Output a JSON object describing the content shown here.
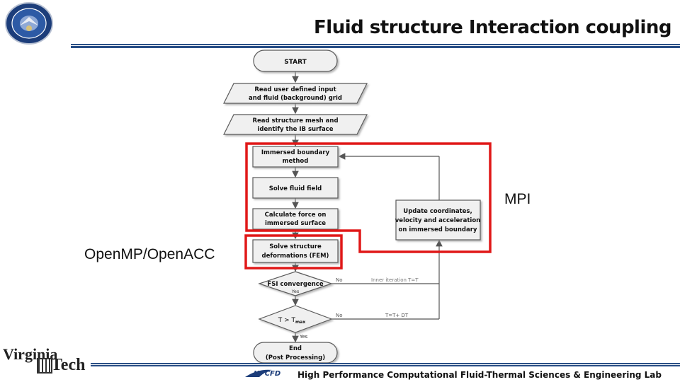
{
  "title": "Fluid structure Interaction coupling",
  "footer": "High Performance Computational Fluid-Thermal Sciences & Engineering Lab",
  "logos": {
    "virginia": "Virginia",
    "tech": "Tech",
    "hpcfd": "HPCFD"
  },
  "labels": {
    "mpi": "MPI",
    "openmp": "OpenMP/OpenACC"
  },
  "flowchart": {
    "start": "START",
    "read_input": [
      "Read user defined input",
      "and fluid (background) grid"
    ],
    "read_mesh": [
      "Read structure mesh and",
      "identify the IB surface"
    ],
    "ibm": [
      "Immersed boundary",
      "method"
    ],
    "solve_fluid": "Solve fluid field",
    "calc_force": [
      "Calculate force on",
      "immersed surface"
    ],
    "solve_structure": [
      "Solve structure",
      "deformations (FEM)"
    ],
    "fsi_convergence": "FSI convergence",
    "yes1": "Yes",
    "no1": "No",
    "inner_iteration": "Inner iteration T=T",
    "time_check": "T > T",
    "time_check_sub": "max",
    "yes2": "Yes",
    "no2": "No",
    "time_update": "T=T+ DT",
    "update": [
      "Update coordinates,",
      "velocity and acceleration",
      "on immersed boundary"
    ],
    "end": [
      "End",
      "(Post Processing)"
    ]
  },
  "colors": {
    "accent_red": "#e01818",
    "rule_blue": "#2a4f86",
    "box_fill": "#f0f0f0",
    "box_stroke": "#5a5a5a"
  }
}
